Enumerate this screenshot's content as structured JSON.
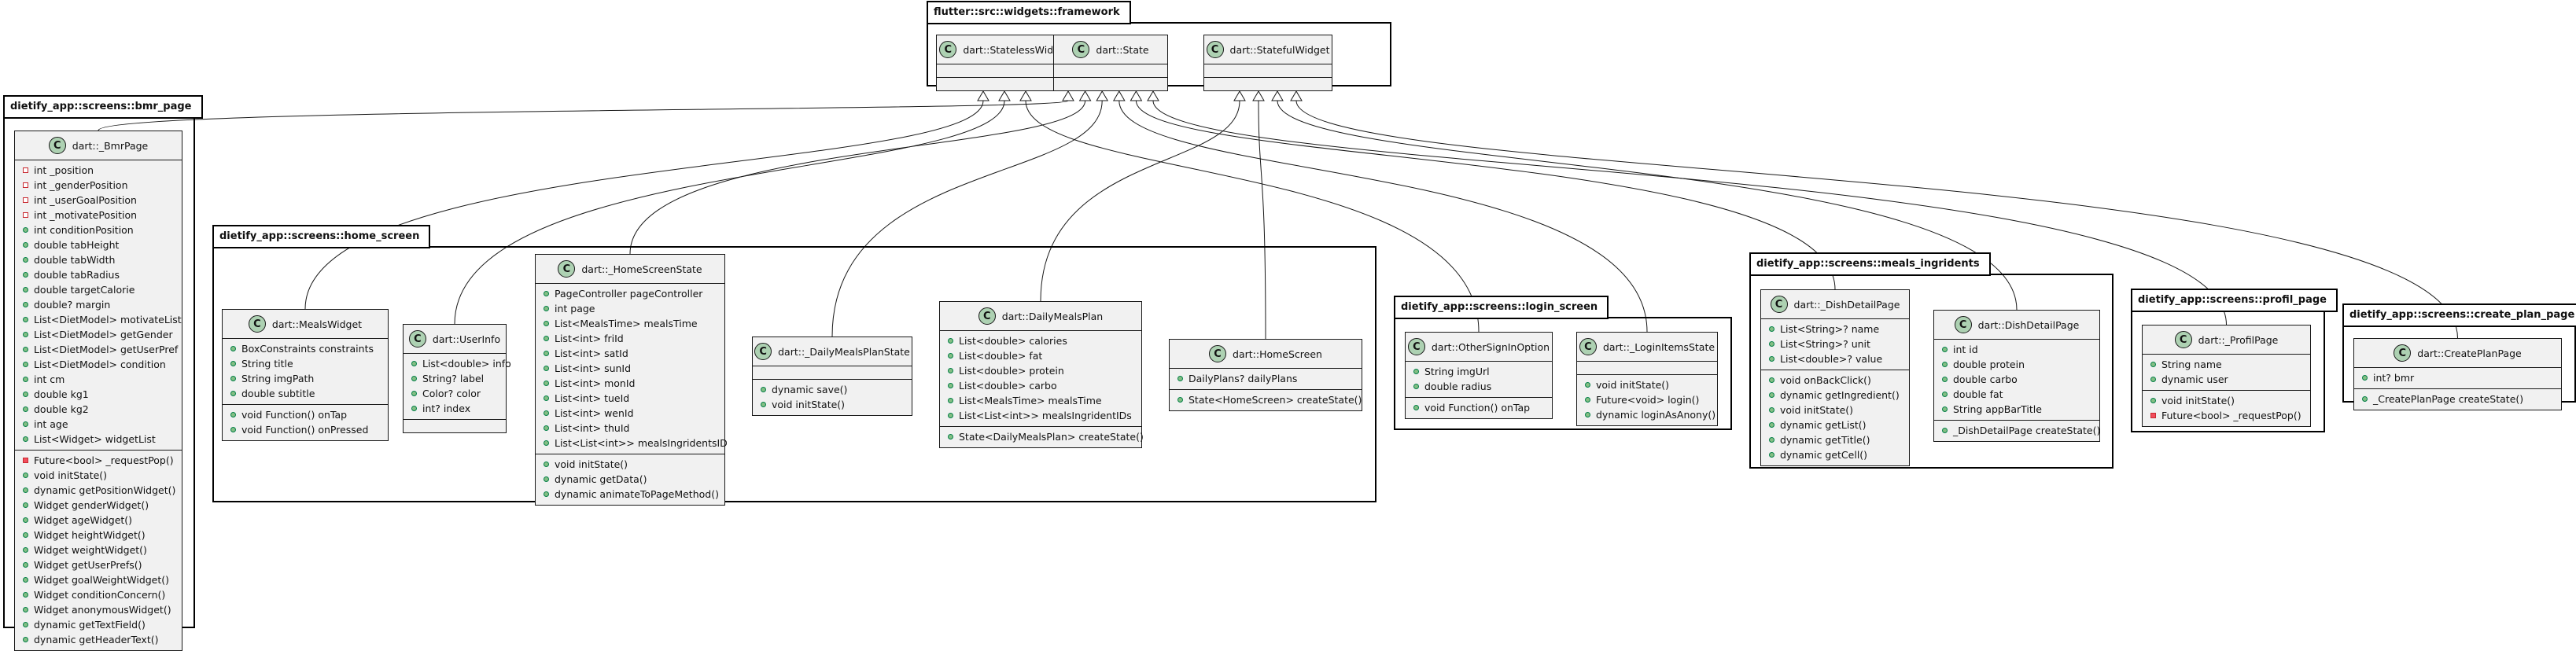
{
  "packages": [
    {
      "id": "framework",
      "title": "flutter::src::widgets::framework",
      "classes": [
        {
          "id": "StatelessWidget",
          "name": "dart::StatelessWidget",
          "fields": [],
          "methods": []
        },
        {
          "id": "State",
          "name": "dart::State",
          "fields": [],
          "methods": []
        },
        {
          "id": "StatefulWidget",
          "name": "dart::StatefulWidget",
          "fields": [],
          "methods": []
        }
      ]
    },
    {
      "id": "bmr_page",
      "title": "dietify_app::screens::bmr_page",
      "classes": [
        {
          "id": "BmrPage",
          "name": "dart::_BmrPage",
          "fields": [
            {
              "vis": "-",
              "text": "int _position"
            },
            {
              "vis": "-",
              "text": "int _genderPosition"
            },
            {
              "vis": "-",
              "text": "int _userGoalPosition"
            },
            {
              "vis": "-",
              "text": "int _motivatePosition"
            },
            {
              "vis": "+",
              "text": "int conditionPosition"
            },
            {
              "vis": "+",
              "text": "double tabHeight"
            },
            {
              "vis": "+",
              "text": "double tabWidth"
            },
            {
              "vis": "+",
              "text": "double tabRadius"
            },
            {
              "vis": "+",
              "text": "double targetCalorie"
            },
            {
              "vis": "+",
              "text": "double? margin"
            },
            {
              "vis": "+",
              "text": "List<DietModel> motivateList"
            },
            {
              "vis": "+",
              "text": "List<DietModel> getGender"
            },
            {
              "vis": "+",
              "text": "List<DietModel> getUserPref"
            },
            {
              "vis": "+",
              "text": "List<DietModel> condition"
            },
            {
              "vis": "+",
              "text": "int cm"
            },
            {
              "vis": "+",
              "text": "double kg1"
            },
            {
              "vis": "+",
              "text": "double kg2"
            },
            {
              "vis": "+",
              "text": "int age"
            },
            {
              "vis": "+",
              "text": "List<Widget> widgetList"
            }
          ],
          "methods": [
            {
              "vis": "-m",
              "text": "Future<bool> _requestPop()"
            },
            {
              "vis": "+",
              "text": "void initState()"
            },
            {
              "vis": "+",
              "text": "dynamic getPositionWidget()"
            },
            {
              "vis": "+",
              "text": "Widget genderWidget()"
            },
            {
              "vis": "+",
              "text": "Widget ageWidget()"
            },
            {
              "vis": "+",
              "text": "Widget heightWidget()"
            },
            {
              "vis": "+",
              "text": "Widget weightWidget()"
            },
            {
              "vis": "+",
              "text": "Widget getUserPrefs()"
            },
            {
              "vis": "+",
              "text": "Widget goalWeightWidget()"
            },
            {
              "vis": "+",
              "text": "Widget conditionConcern()"
            },
            {
              "vis": "+",
              "text": "Widget anonymousWidget()"
            },
            {
              "vis": "+",
              "text": "dynamic getTextField()"
            },
            {
              "vis": "+",
              "text": "dynamic getHeaderText()"
            }
          ]
        }
      ]
    },
    {
      "id": "home_screen",
      "title": "dietify_app::screens::home_screen",
      "classes": [
        {
          "id": "MealsWidget",
          "name": "dart::MealsWidget",
          "fields": [
            {
              "vis": "+",
              "text": "BoxConstraints constraints"
            },
            {
              "vis": "+",
              "text": "String title"
            },
            {
              "vis": "+",
              "text": "String imgPath"
            },
            {
              "vis": "+",
              "text": "double subtitle"
            }
          ],
          "methods": [
            {
              "vis": "+",
              "text": "void Function() onTap"
            },
            {
              "vis": "+",
              "text": "void Function() onPressed"
            }
          ]
        },
        {
          "id": "UserInfo",
          "name": "dart::UserInfo",
          "fields": [
            {
              "vis": "+",
              "text": "List<double> info"
            },
            {
              "vis": "+",
              "text": "String? label"
            },
            {
              "vis": "+",
              "text": "Color? color"
            },
            {
              "vis": "+",
              "text": "int? index"
            }
          ],
          "methods": []
        },
        {
          "id": "HomeScreenState",
          "name": "dart::_HomeScreenState",
          "fields": [
            {
              "vis": "+",
              "text": "PageController pageController"
            },
            {
              "vis": "+",
              "text": "int page"
            },
            {
              "vis": "+",
              "text": "List<MealsTime> mealsTime"
            },
            {
              "vis": "+",
              "text": "List<int> friId"
            },
            {
              "vis": "+",
              "text": "List<int> satId"
            },
            {
              "vis": "+",
              "text": "List<int> sunId"
            },
            {
              "vis": "+",
              "text": "List<int> monId"
            },
            {
              "vis": "+",
              "text": "List<int> tueId"
            },
            {
              "vis": "+",
              "text": "List<int> wenId"
            },
            {
              "vis": "+",
              "text": "List<int> thuId"
            },
            {
              "vis": "+",
              "text": "List<List<int>> mealsIngridentsID"
            }
          ],
          "methods": [
            {
              "vis": "+",
              "text": "void initState()"
            },
            {
              "vis": "+",
              "text": "dynamic getData()"
            },
            {
              "vis": "+",
              "text": "dynamic animateToPageMethod()"
            }
          ]
        },
        {
          "id": "DailyMealsPlanState",
          "name": "dart::_DailyMealsPlanState",
          "fields": [],
          "methods": [
            {
              "vis": "+",
              "text": "dynamic save()"
            },
            {
              "vis": "+",
              "text": "void initState()"
            }
          ]
        },
        {
          "id": "DailyMealsPlan",
          "name": "dart::DailyMealsPlan",
          "fields": [
            {
              "vis": "+",
              "text": "List<double> calories"
            },
            {
              "vis": "+",
              "text": "List<double> fat"
            },
            {
              "vis": "+",
              "text": "List<double> protein"
            },
            {
              "vis": "+",
              "text": "List<double> carbo"
            },
            {
              "vis": "+",
              "text": "List<MealsTime> mealsTime"
            },
            {
              "vis": "+",
              "text": "List<List<int>> mealsIngridentIDs"
            }
          ],
          "methods": [
            {
              "vis": "+",
              "text": "State<DailyMealsPlan> createState()"
            }
          ]
        },
        {
          "id": "HomeScreen",
          "name": "dart::HomeScreen",
          "fields": [
            {
              "vis": "+",
              "text": "DailyPlans? dailyPlans"
            }
          ],
          "methods": [
            {
              "vis": "+",
              "text": "State<HomeScreen> createState()"
            }
          ]
        }
      ]
    },
    {
      "id": "login_screen",
      "title": "dietify_app::screens::login_screen",
      "classes": [
        {
          "id": "OtherSignInOption",
          "name": "dart::OtherSignInOption",
          "fields": [
            {
              "vis": "+",
              "text": "String imgUrl"
            },
            {
              "vis": "+",
              "text": "double radius"
            }
          ],
          "methods": [
            {
              "vis": "+",
              "text": "void Function() onTap"
            }
          ]
        },
        {
          "id": "LoginItemsState",
          "name": "dart::_LoginItemsState",
          "fields": [],
          "methods": [
            {
              "vis": "+",
              "text": "void initState()"
            },
            {
              "vis": "+",
              "text": "Future<void> login()"
            },
            {
              "vis": "+",
              "text": "dynamic loginAsAnony()"
            }
          ]
        }
      ]
    },
    {
      "id": "meals_ingridents",
      "title": "dietify_app::screens::meals_ingridents",
      "classes": [
        {
          "id": "DishDetailPageState",
          "name": "dart::_DishDetailPage",
          "fields": [
            {
              "vis": "+",
              "text": "List<String>? name"
            },
            {
              "vis": "+",
              "text": "List<String>? unit"
            },
            {
              "vis": "+",
              "text": "List<double>? value"
            }
          ],
          "methods": [
            {
              "vis": "+",
              "text": "void onBackClick()"
            },
            {
              "vis": "+",
              "text": "dynamic getIngredient()"
            },
            {
              "vis": "+",
              "text": "void initState()"
            },
            {
              "vis": "+",
              "text": "dynamic getList()"
            },
            {
              "vis": "+",
              "text": "dynamic getTitle()"
            },
            {
              "vis": "+",
              "text": "dynamic getCell()"
            }
          ]
        },
        {
          "id": "DishDetailPage",
          "name": "dart::DishDetailPage",
          "fields": [
            {
              "vis": "+",
              "text": "int id"
            },
            {
              "vis": "+",
              "text": "double protein"
            },
            {
              "vis": "+",
              "text": "double carbo"
            },
            {
              "vis": "+",
              "text": "double fat"
            },
            {
              "vis": "+",
              "text": "String appBarTitle"
            }
          ],
          "methods": [
            {
              "vis": "+",
              "text": "_DishDetailPage createState()"
            }
          ]
        }
      ]
    },
    {
      "id": "profil_page",
      "title": "dietify_app::screens::profil_page",
      "classes": [
        {
          "id": "ProfilPage",
          "name": "dart::_ProfilPage",
          "fields": [
            {
              "vis": "+",
              "text": "String name"
            },
            {
              "vis": "+",
              "text": "dynamic user"
            }
          ],
          "methods": [
            {
              "vis": "+",
              "text": "void initState()"
            },
            {
              "vis": "-m",
              "text": "Future<bool> _requestPop()"
            }
          ]
        }
      ]
    },
    {
      "id": "create_plan_page",
      "title": "dietify_app::screens::create_plan_page",
      "classes": [
        {
          "id": "CreatePlanPage",
          "name": "dart::CreatePlanPage",
          "fields": [
            {
              "vis": "+",
              "text": "int? bmr"
            }
          ],
          "methods": [
            {
              "vis": "+",
              "text": "_CreatePlanPage createState()"
            }
          ]
        }
      ]
    }
  ],
  "relations": [
    {
      "from": "BmrPage",
      "to": "State"
    },
    {
      "from": "MealsWidget",
      "to": "StatelessWidget"
    },
    {
      "from": "UserInfo",
      "to": "StatelessWidget"
    },
    {
      "from": "HomeScreenState",
      "to": "State"
    },
    {
      "from": "DailyMealsPlanState",
      "to": "State"
    },
    {
      "from": "DailyMealsPlan",
      "to": "StatefulWidget"
    },
    {
      "from": "HomeScreen",
      "to": "StatefulWidget"
    },
    {
      "from": "OtherSignInOption",
      "to": "StatelessWidget"
    },
    {
      "from": "LoginItemsState",
      "to": "State"
    },
    {
      "from": "DishDetailPageState",
      "to": "State"
    },
    {
      "from": "DishDetailPage",
      "to": "StatefulWidget"
    },
    {
      "from": "ProfilPage",
      "to": "State"
    },
    {
      "from": "CreatePlanPage",
      "to": "StatefulWidget"
    }
  ]
}
